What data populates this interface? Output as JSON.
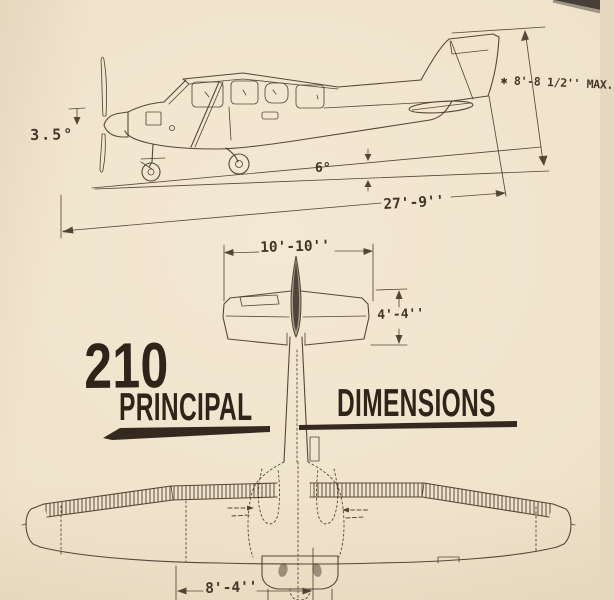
{
  "colors": {
    "paper": "#efe3cb",
    "ink": "#4a3b2d",
    "title_ink": "#2e2419"
  },
  "title": {
    "model": "210",
    "word_left": "PRINCIPAL",
    "word_right": "DIMENSIONS"
  },
  "side_view": {
    "prop_ground_angle": "3.5°",
    "tail_ground_angle": "6°",
    "overall_length": "27'-9''",
    "tail_height_max": "✱ 8'-8 1/2'' MAX."
  },
  "plan_view": {
    "stabilizer_span": "10'-10''",
    "stabilizer_chord": "4'-4''",
    "wheel_track": "8'-4''"
  }
}
